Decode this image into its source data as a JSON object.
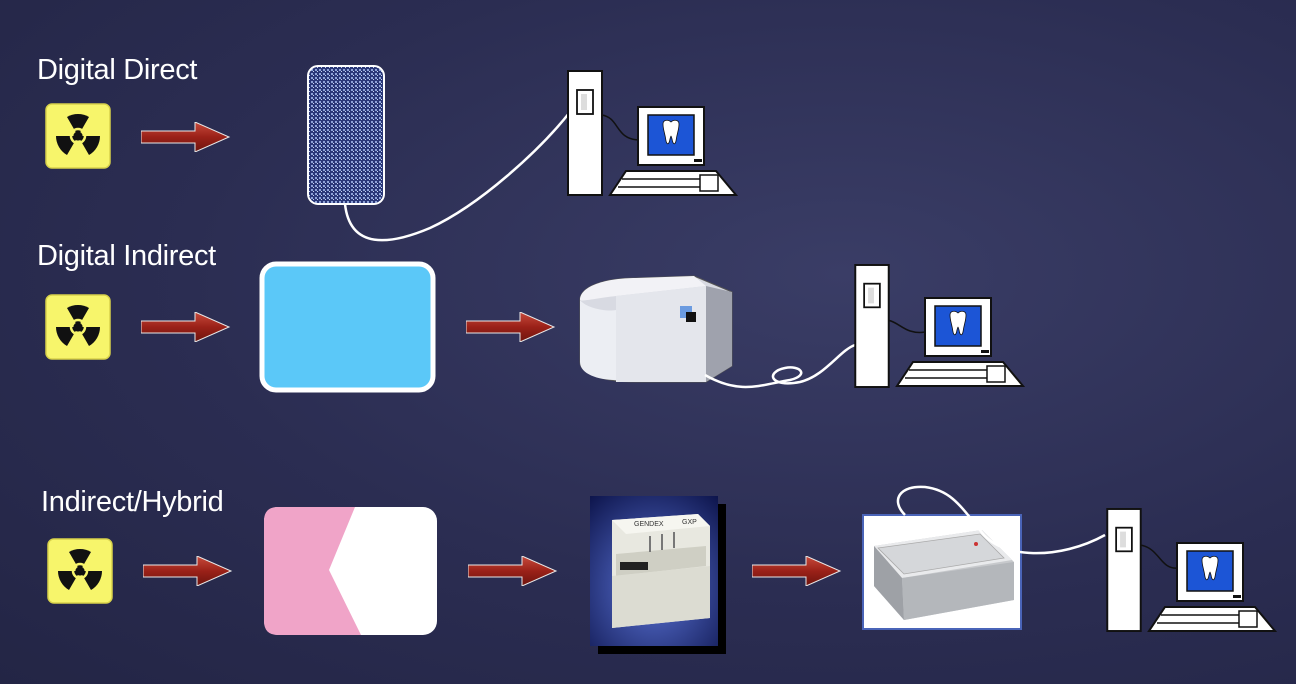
{
  "rows": [
    {
      "title": "Digital Direct"
    },
    {
      "title": "Digital Indirect"
    },
    {
      "title": "Indirect/Hybrid"
    }
  ],
  "processor_brand": "GENDEX",
  "processor_model": "GXP",
  "icons": {
    "radiation": "radiation-hazard-icon",
    "arrow": "right-arrow-icon",
    "computer": "computer-workstation-icon",
    "tooth": "tooth-icon"
  },
  "colors": {
    "background": "#2b2d52",
    "radiation_bg": "#f7f56b",
    "arrow": "#a4281f",
    "phosphor_plate": "#5bc8f8",
    "film_pink": "#f0a4c8",
    "screen_blue": "#1c55d6"
  }
}
